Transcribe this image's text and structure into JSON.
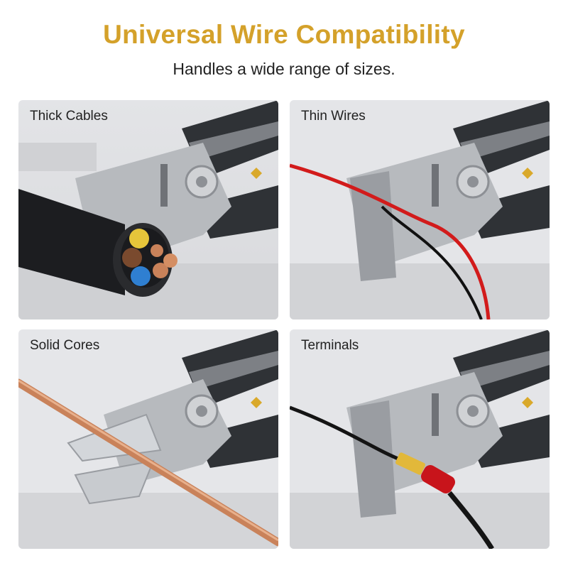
{
  "header": {
    "title": "Universal Wire Compatibility",
    "subtitle": "Handles a wide range of sizes."
  },
  "panels": [
    {
      "label": "Thick Cables",
      "icon": "thick-cable-photo"
    },
    {
      "label": "Thin Wires",
      "icon": "thin-wire-photo"
    },
    {
      "label": "Solid Cores",
      "icon": "solid-core-photo"
    },
    {
      "label": "Terminals",
      "icon": "terminal-photo"
    }
  ],
  "colors": {
    "title": "#d4a12a",
    "text": "#222222",
    "panel_bg": "#e9eaec",
    "tool_dark": "#2f3236",
    "tool_gray": "#8d9095",
    "metal": "#c4c7cb",
    "copper": "#c9825a",
    "wire_red": "#d21b1b",
    "accent_gold": "#d9a92b"
  }
}
